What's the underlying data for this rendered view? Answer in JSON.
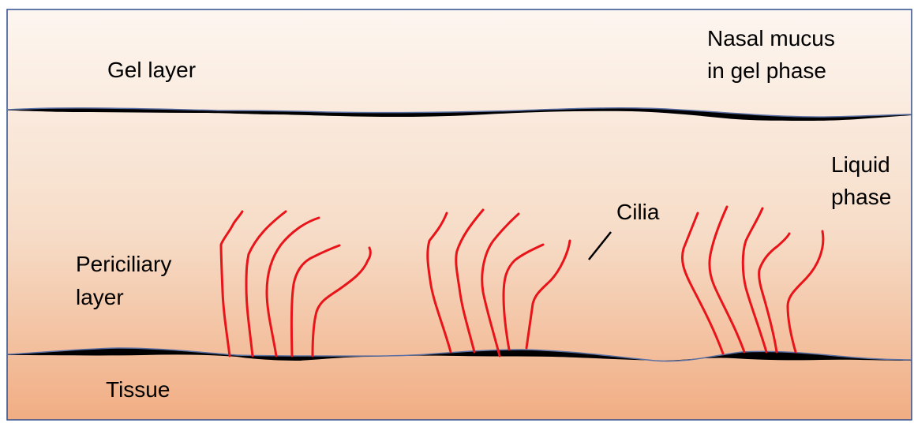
{
  "labels": {
    "gel_layer": "Gel layer",
    "nasal_mucus_line1": "Nasal mucus",
    "nasal_mucus_line2": "in gel phase",
    "liquid_phase_line1": "Liquid",
    "liquid_phase_line2": "phase",
    "cilia": "Cilia",
    "periciliary_line1": "Periciliary",
    "periciliary_line2": "layer",
    "tissue": "Tissue"
  },
  "colors": {
    "background_top": "#fdf6f0",
    "background_mid": "#f6dcc7",
    "background_bottom": "#f1ad83",
    "border": "#2f4f8f",
    "boundary_fill": "#000000",
    "boundary_stroke": "#5a6fa3",
    "cilia": "#e8141a",
    "pointer_line": "#000000",
    "text": "#000000"
  },
  "regions": [
    "gel-layer",
    "periciliary-layer",
    "tissue-layer"
  ],
  "cilia_groups": 3,
  "cilia_per_group": 5
}
